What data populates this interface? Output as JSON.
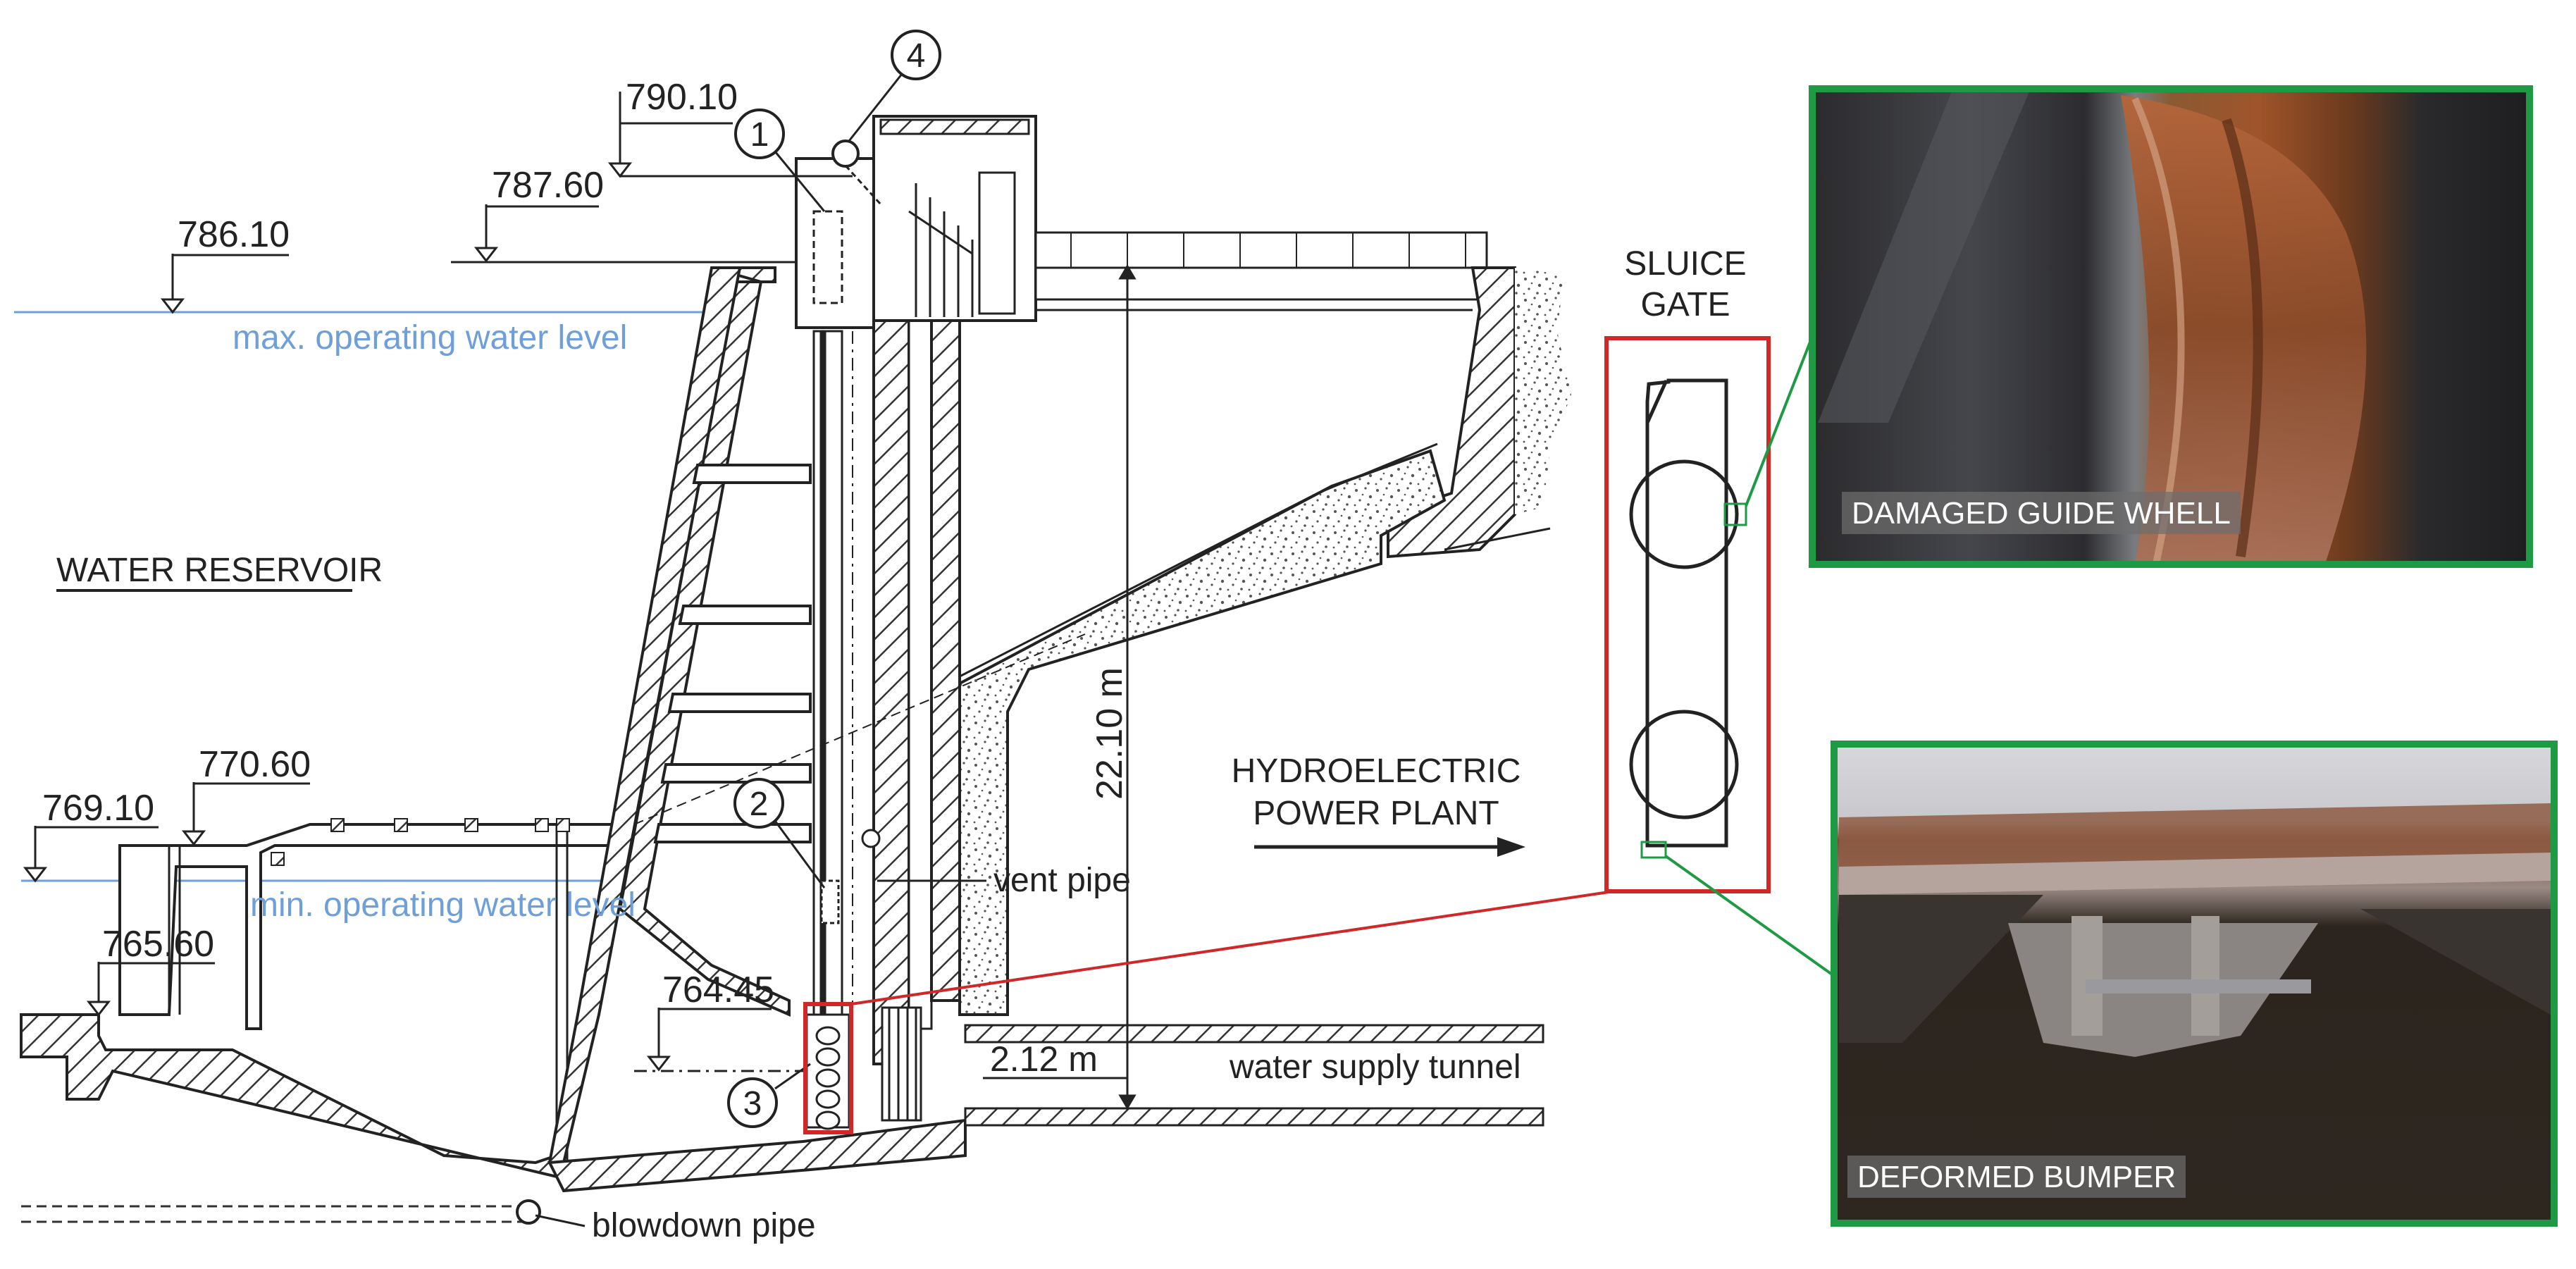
{
  "levels": {
    "l790": "790.10",
    "l787": "787.60",
    "l786": "786.10",
    "l770": "770.60",
    "l769": "769.10",
    "l765": "765.60",
    "l764": "764.45"
  },
  "labels": {
    "max_level": "max. operating water level",
    "min_level": "min. operating water level",
    "reservoir": "WATER RESERVOIR",
    "plant_line1": "HYDROELECTRIC",
    "plant_line2": "POWER PLANT",
    "vent_pipe": "vent pipe",
    "supply_tunnel": "water supply tunnel",
    "blowdown_pipe": "blowdown pipe",
    "gate_line1": "SLUICE",
    "gate_line2": "GATE"
  },
  "dimensions": {
    "height": "22.10 m",
    "tunnel": "2.12 m"
  },
  "callouts": [
    "1",
    "2",
    "3",
    "4"
  ],
  "photos": {
    "guide_wheel": "DAMAGED GUIDE WHELL",
    "bumper": "DEFORMED BUMPER"
  },
  "colors": {
    "water_line": "#6f9fd8",
    "water_text": "#6f9fd8",
    "highlight_red": "#d02828",
    "photo_frame_green": "#1e9a45",
    "leader_green": "#1e9a45",
    "line_dark": "#222222"
  }
}
